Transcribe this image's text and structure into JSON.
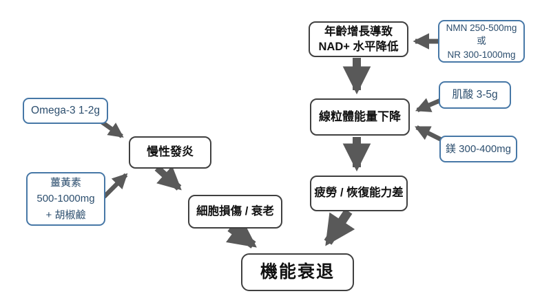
{
  "diagram": {
    "title_semantic": "supplement-aging-flowchart",
    "colors": {
      "background": "#ffffff",
      "arrow": "#595959",
      "problem_border": "#3f3f3f",
      "problem_text": "#111111",
      "supplement_border": "#4677a6",
      "supplement_text": "#2c4e6e",
      "node_fill": "#ffffff"
    },
    "nodes": {
      "nad_decline": {
        "line1": "年齡增長導致",
        "line2": "NAD+ 水平降低"
      },
      "mito_energy": {
        "label": "線粒體能量下降"
      },
      "fatigue": {
        "label": "疲勞 / 恢復能力差"
      },
      "chronic_inflammation": {
        "label": "慢性發炎"
      },
      "cell_damage": {
        "label": "細胞損傷 / 衰老"
      },
      "functional_decline": {
        "label": "機能衰退"
      }
    },
    "supplements": {
      "nmn": {
        "line1": "NMN 250-500mg",
        "line2": "或",
        "line3": "NR 300-1000mg"
      },
      "creatine": {
        "label": "肌酸 3-5g"
      },
      "magnesium": {
        "label": "鎂 300-400mg"
      },
      "omega3": {
        "label": "Omega-3 1-2g"
      },
      "curcumin": {
        "line1": "薑黃素",
        "line2": "500-1000mg",
        "line3": "+ 胡椒鹼"
      }
    }
  }
}
